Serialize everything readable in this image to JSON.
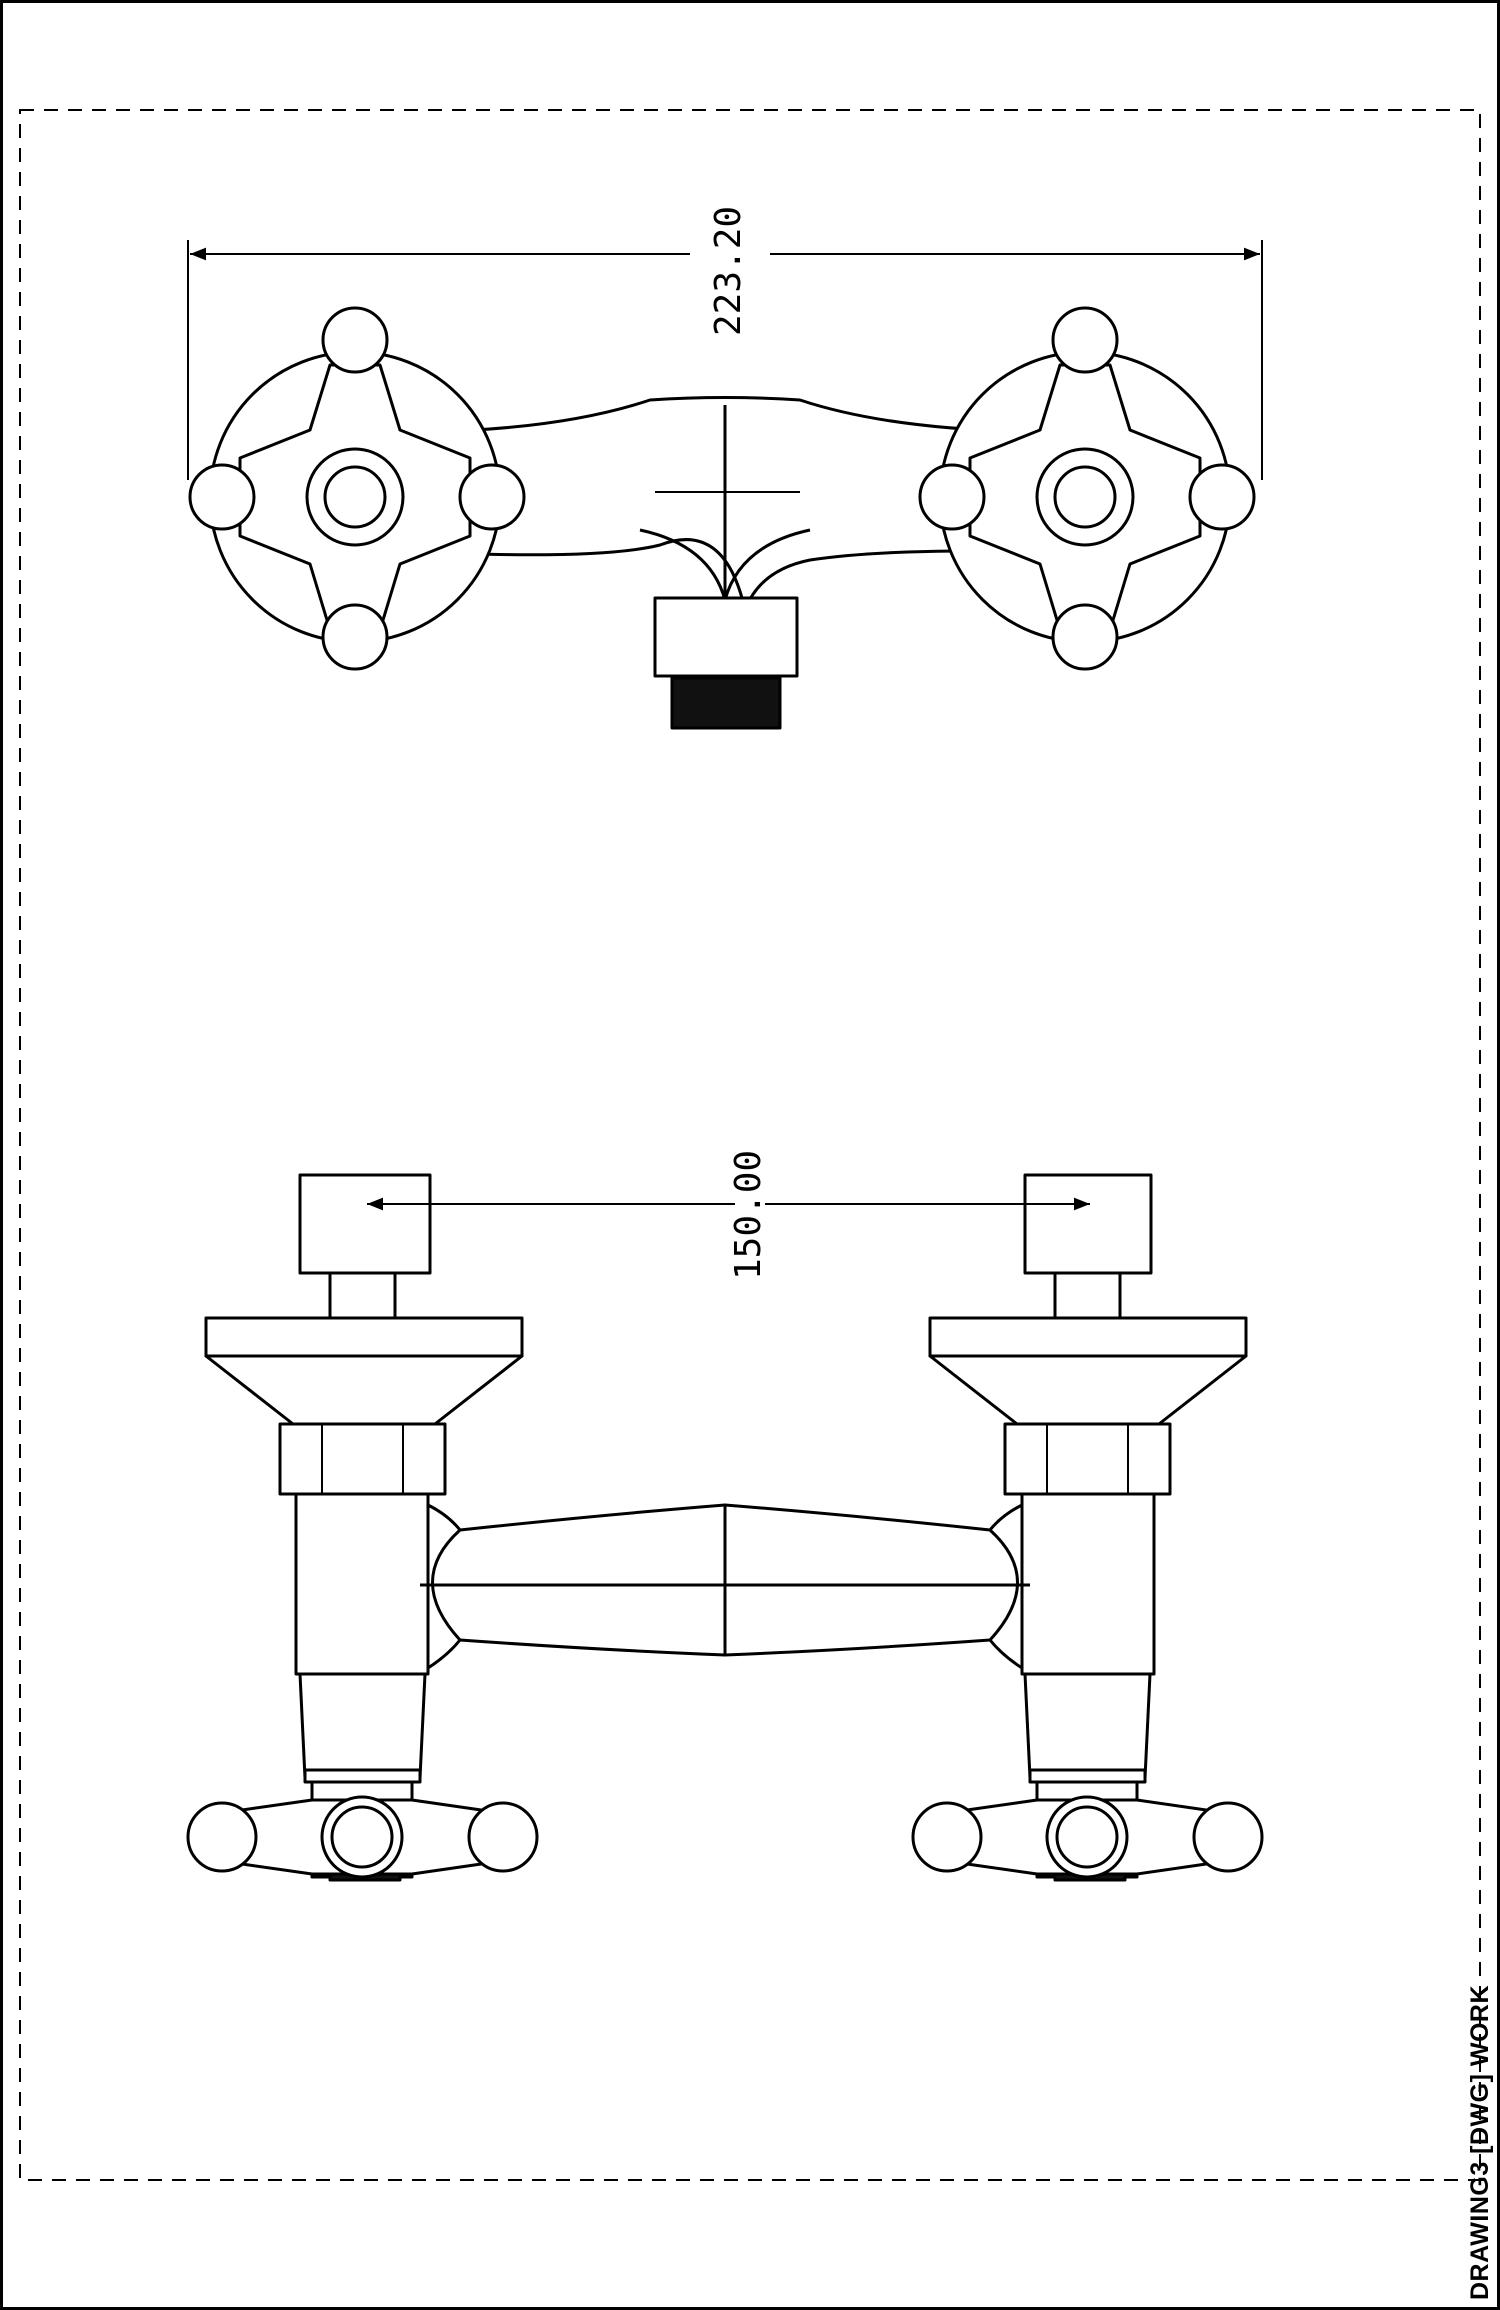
{
  "drawing": {
    "dimension_top_view": "223.20",
    "dimension_front_view": "150.00",
    "title_stamp": "DRAWING3 [DWG] WORK"
  }
}
